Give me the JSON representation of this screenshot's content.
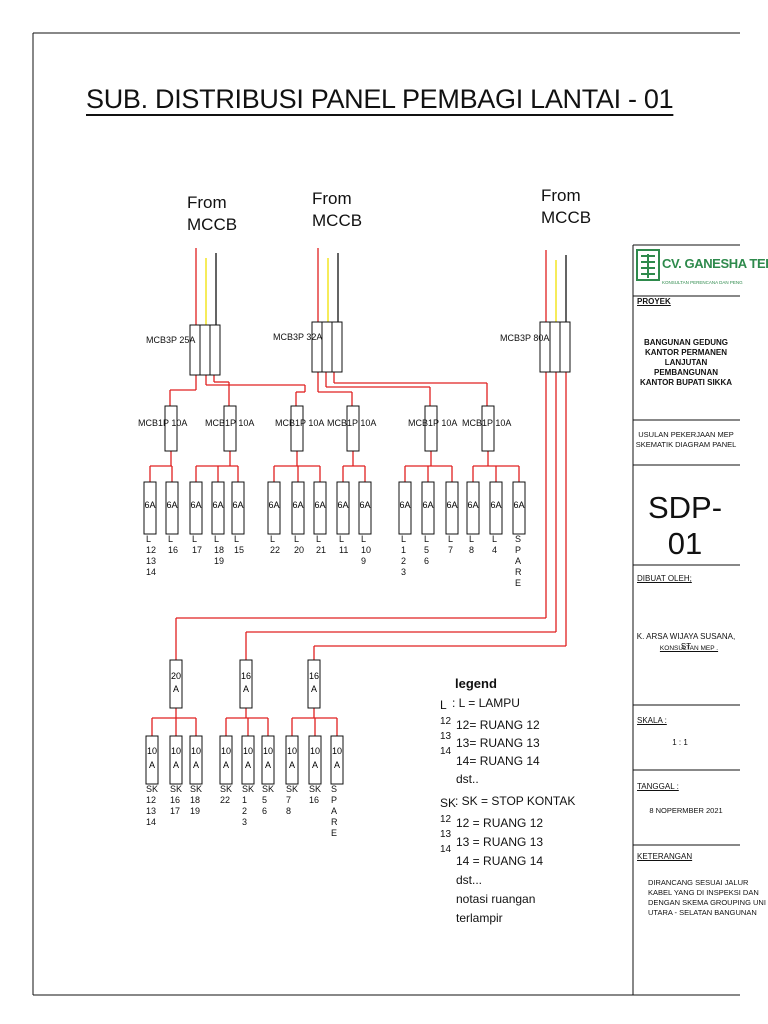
{
  "title": "SUB. DISTRIBUSI PANEL PEMBAGI LANTAI - 01",
  "sources": [
    "From",
    "MCCB"
  ],
  "main_breakers": [
    "MCB3P 25A",
    "MCB3P 32A",
    "MCB3P 80A"
  ],
  "sub_breaker_label": "MCB1P 10A",
  "lamp_circuit_rating": "6A",
  "socket_feeder_ratings": [
    "20 A",
    "16 A",
    "16 A"
  ],
  "socket_circuit_rating": "10 A",
  "lamp_circuits": [
    [
      "L",
      "12",
      "13",
      "14"
    ],
    [
      "L",
      "16"
    ],
    [
      "L",
      "17"
    ],
    [
      "L",
      "18",
      "19"
    ],
    [
      "L",
      "15"
    ],
    [
      "L",
      "22"
    ],
    [
      "L",
      "20"
    ],
    [
      "L",
      "21"
    ],
    [
      "L",
      "11"
    ],
    [
      "L",
      "10",
      "9"
    ],
    [
      "L",
      "1",
      "2",
      "3"
    ],
    [
      "L",
      "5",
      "6"
    ],
    [
      "L",
      "7"
    ],
    [
      "L",
      "8"
    ],
    [
      "L",
      "4"
    ],
    [
      "S",
      "P",
      "A",
      "R",
      "E"
    ]
  ],
  "socket_circuits": [
    [
      "SK",
      "12",
      "13",
      "14"
    ],
    [
      "SK",
      "16",
      "17"
    ],
    [
      "SK",
      "18",
      "19"
    ],
    [
      "SK",
      "22"
    ],
    [
      "SK",
      "1",
      "2",
      "3"
    ],
    [
      "SK",
      "5",
      "6"
    ],
    [
      "SK",
      "7",
      "8"
    ],
    [
      "SK",
      "16"
    ],
    [
      "S",
      "P",
      "A",
      "R",
      "E"
    ]
  ],
  "legend": {
    "title": "legend",
    "lamp_prefix": "L",
    "lamp_line": ": L = LAMPU",
    "lamp_nums": [
      "12",
      "13",
      "14"
    ],
    "lamp_items": [
      "12= RUANG 12",
      "13= RUANG 13",
      "14= RUANG 14",
      "dst.."
    ],
    "socket_prefix": "SK",
    "socket_line": ": SK = STOP KONTAK",
    "socket_nums": [
      "12",
      "13",
      "14"
    ],
    "socket_items": [
      "12 = RUANG 12",
      "13 = RUANG 13",
      "14 = RUANG 14",
      "dst...",
      "notasi ruangan",
      "terlampir"
    ]
  },
  "title_block": {
    "company": "CV. GANESHA TEKN",
    "company_sub": "KONSULTAN PERENCANA DAN PENG",
    "proyek_label": "PROYEK",
    "proyek": [
      "BANGUNAN GEDUNG",
      "KANTOR PERMANEN",
      "LANJUTAN PEMBANGUNAN",
      "KANTOR BUPATI SIKKA"
    ],
    "usulan": [
      "USULAN PEKERJAAN MEP",
      "SKEMATIK DIAGRAM PANEL"
    ],
    "drawing_no": "SDP-01",
    "dibuat_label": "DIBUAT OLEH;",
    "dibuat_name": "K. ARSA WIJAYA SUSANA, ST",
    "dibuat_role": "KONSULTAN MEP .",
    "skala_label": "SKALA :",
    "skala": "1 : 1",
    "tanggal_label": "TANGGAL :",
    "tanggal": "8 NOPERMBER 2021",
    "keterangan_label": "KETERANGAN",
    "keterangan": [
      "DIRANCANG SESUAI JALUR",
      "KABEL YANG DI INSPEKSI DAN",
      "DENGAN SKEMA GROUPING UNI",
      "UTARA - SELATAN BANGUNAN"
    ]
  },
  "colors": {
    "phase": "#e02020",
    "neutral": "#f2e200",
    "earth": "#111111",
    "brand": "#2e8a4c"
  }
}
